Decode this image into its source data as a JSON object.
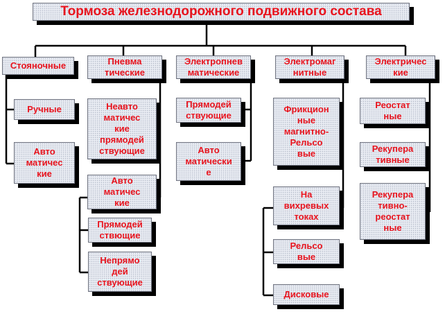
{
  "title": "Тормоза железнодорожного подвижного состава",
  "categories": {
    "parking": "Стояночные",
    "pneumatic": "Пневма\nтические",
    "electropneumatic": "Электропнев\nматические",
    "electromagnetic": "Электромаг\nнитные",
    "electric": "Электричес\nкие"
  },
  "parking": {
    "manual": "Ручные",
    "automatic": "Авто\nматичес\nкие"
  },
  "pneumatic": {
    "non_automatic_direct": "Неавто\nматичес\nкие\nпрямодей\nствующие",
    "automatic": "Авто\nматичес\nкие",
    "direct": "Прямодей\nствющие",
    "indirect": "Непрямо\nдей\nствующие"
  },
  "electropneumatic": {
    "direct": "Прямодей\nствующие",
    "automatic": "Авто\nматически\nе"
  },
  "electromagnetic": {
    "friction_rail": "Фрикцион\nные\nмагнитно-\nРельсо\nвые",
    "eddy_current": "На\nвихревых\nтоках",
    "rail": "Рельсо\nвые",
    "disc": "Дисковые"
  },
  "electric": {
    "rheostatic": "Реостат\nные",
    "recuperative": "Рекупера\nтивные",
    "recuperative_rheostatic": "Рекупера\nтивно-\nреостат\nные"
  }
}
